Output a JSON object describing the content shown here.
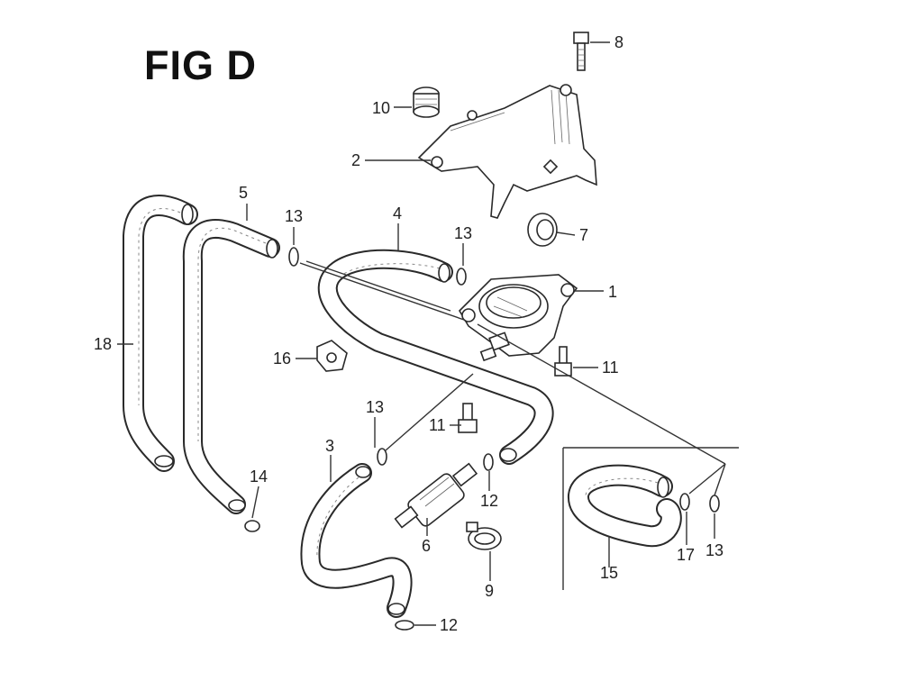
{
  "figure": {
    "title": "FIG D"
  },
  "callouts": [
    {
      "id": "c1",
      "text": "1"
    },
    {
      "id": "c2",
      "text": "2"
    },
    {
      "id": "c3",
      "text": "3"
    },
    {
      "id": "c4",
      "text": "4"
    },
    {
      "id": "c5",
      "text": "5"
    },
    {
      "id": "c6",
      "text": "6"
    },
    {
      "id": "c7",
      "text": "7"
    },
    {
      "id": "c8",
      "text": "8"
    },
    {
      "id": "c9",
      "text": "9"
    },
    {
      "id": "c10",
      "text": "10"
    },
    {
      "id": "c11a",
      "text": "11"
    },
    {
      "id": "c11b",
      "text": "11"
    },
    {
      "id": "c12a",
      "text": "12"
    },
    {
      "id": "c12b",
      "text": "12"
    },
    {
      "id": "c13a",
      "text": "13"
    },
    {
      "id": "c13b",
      "text": "13"
    },
    {
      "id": "c13c",
      "text": "13"
    },
    {
      "id": "c13d",
      "text": "13"
    },
    {
      "id": "c14",
      "text": "14"
    },
    {
      "id": "c15",
      "text": "15"
    },
    {
      "id": "c16",
      "text": "16"
    },
    {
      "id": "c17",
      "text": "17"
    },
    {
      "id": "c18",
      "text": "18"
    }
  ]
}
